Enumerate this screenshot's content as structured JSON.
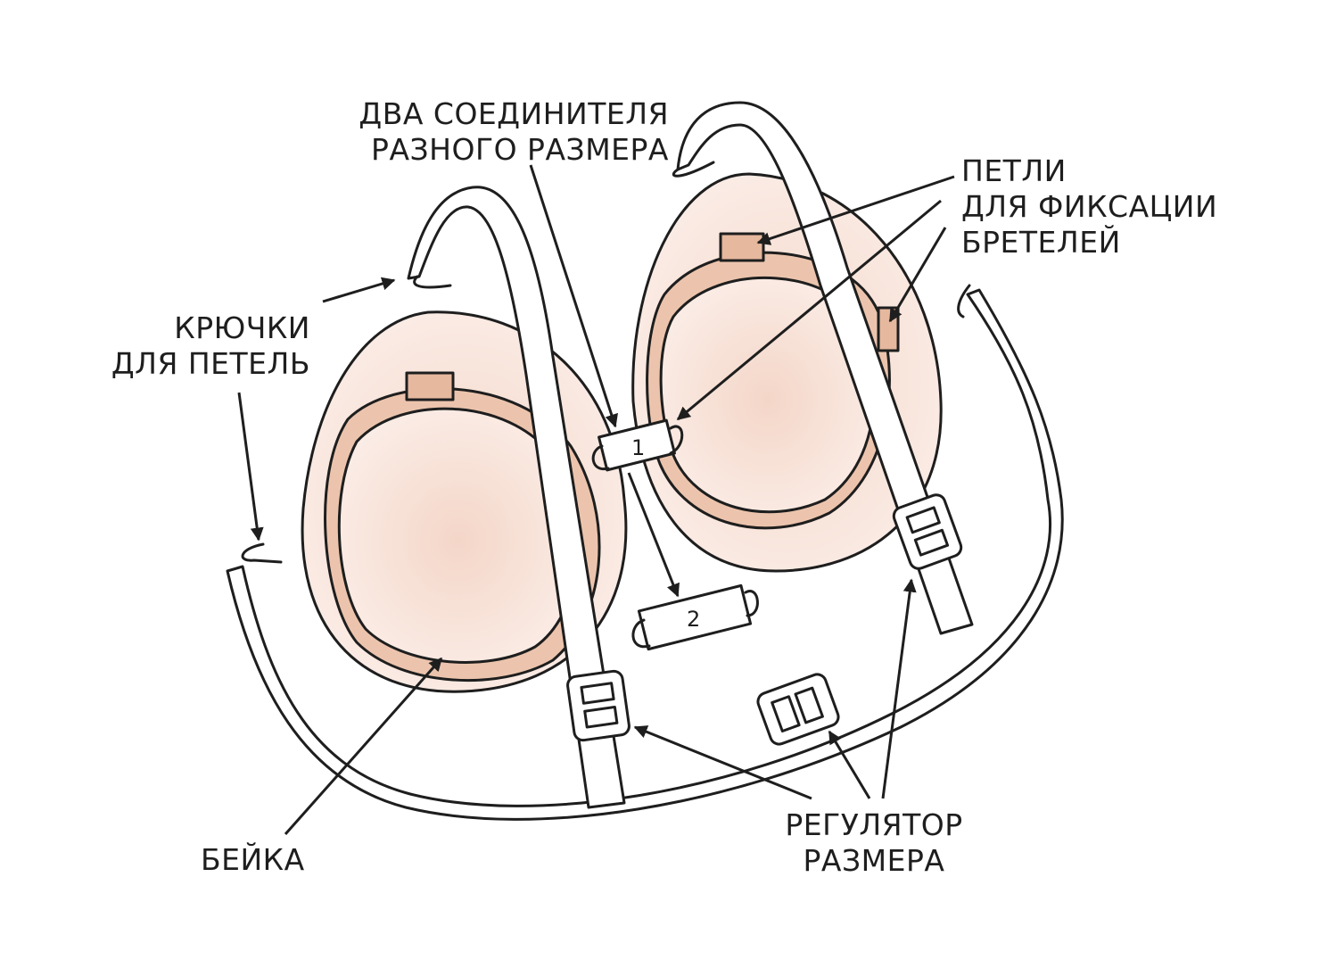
{
  "labels": {
    "connectors": [
      "ДВА СОЕДИНИТЕЛЯ",
      "РАЗНОГО РАЗМЕРА"
    ],
    "loops": [
      "ПЕТЛИ",
      "ДЛЯ ФИКСАЦИИ",
      "БРЕТЕЛЕЙ"
    ],
    "hooks": [
      "КРЮЧКИ",
      "ДЛЯ ПЕТЕЛЬ"
    ],
    "binding": "БЕЙКА",
    "adjuster": [
      "РЕГУЛЯТОР",
      "РАЗМЕРА"
    ]
  },
  "connector_numbers": [
    "1",
    "2"
  ],
  "colors": {
    "outline": "#1e1e1e",
    "cup_outer": "#f3d9cc",
    "cup_inner": "#f5ddd2",
    "band": "#ecc4ad",
    "loop_tab": "#e6b89e",
    "strap": "#ffffff"
  }
}
